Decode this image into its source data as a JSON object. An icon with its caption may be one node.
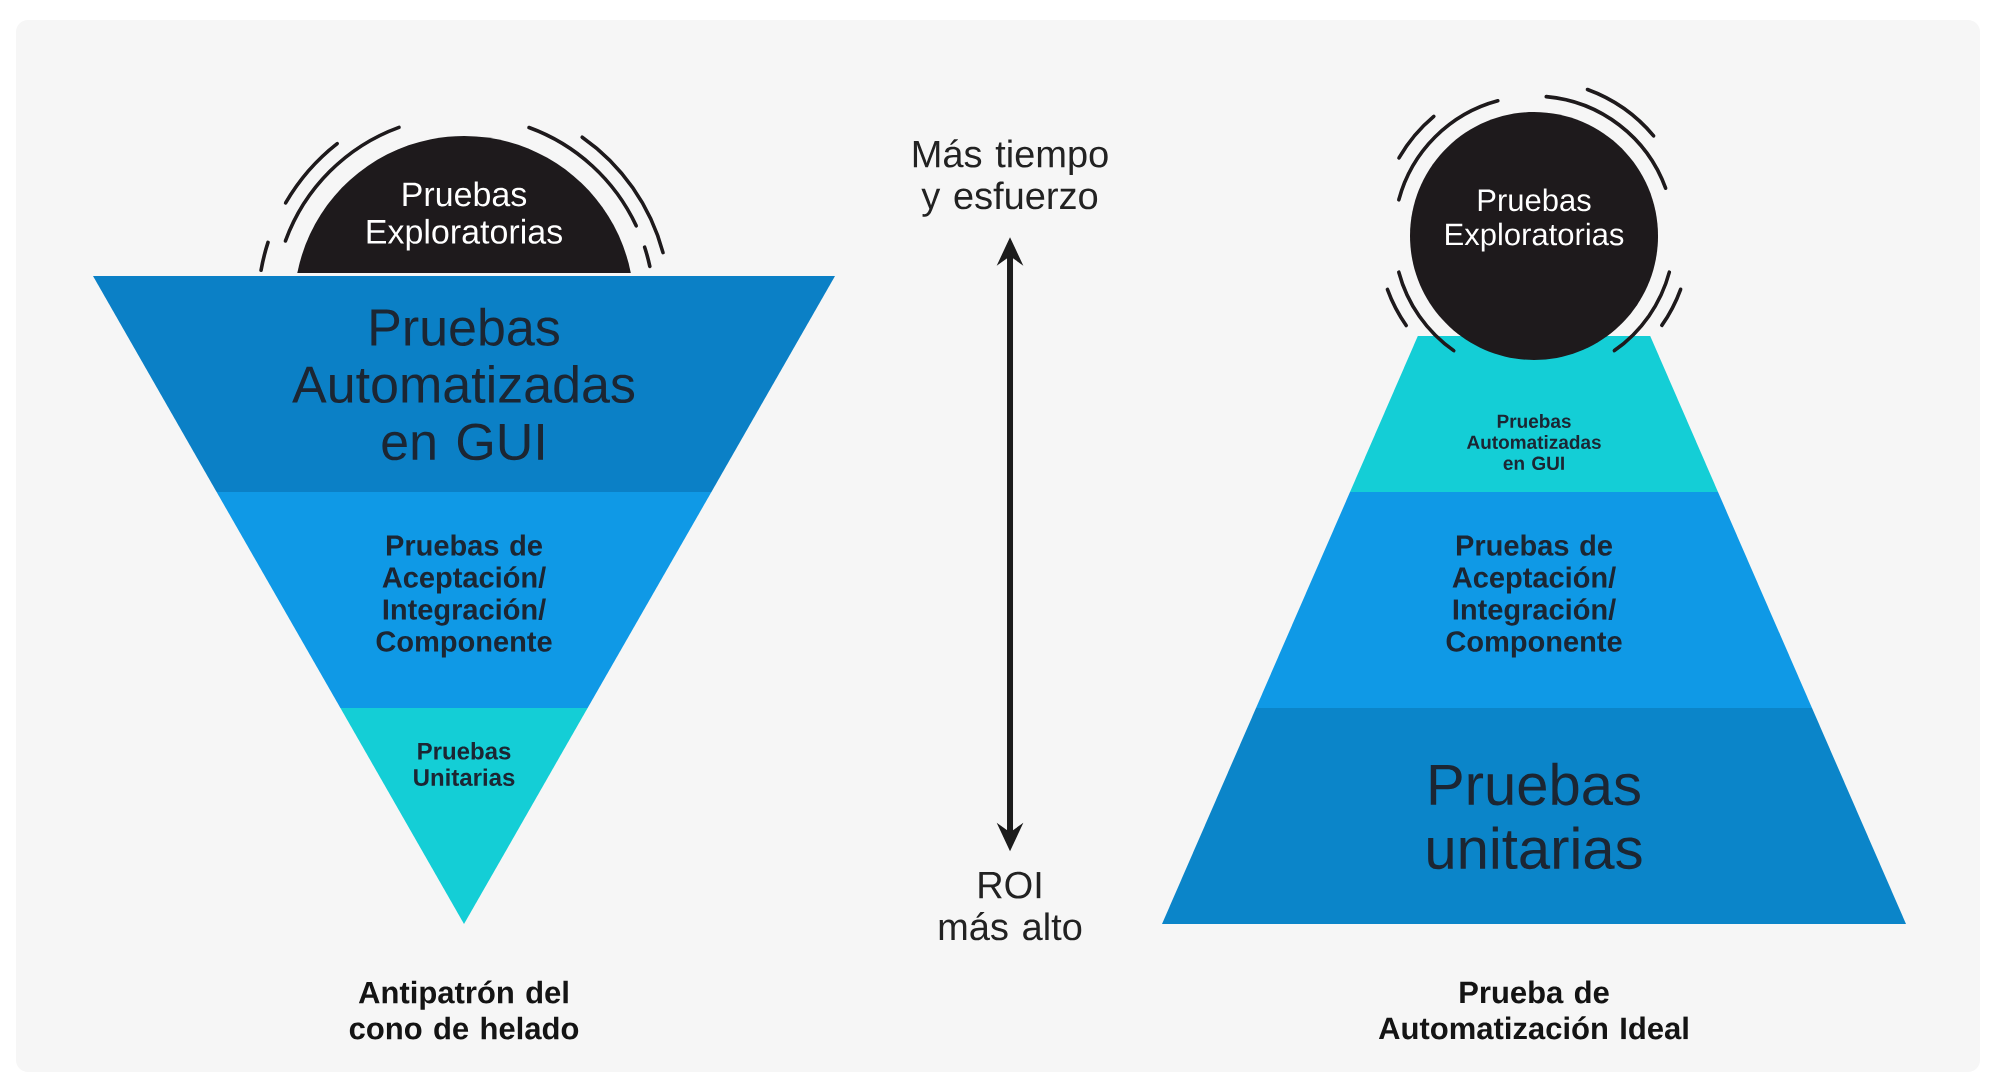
{
  "diagram": {
    "nodes": [
      {
        "text": [
          "Pruebas Exploratorias"
        ]
      },
      {
        "text": [
          "Pruebas Automatizadas en GUI"
        ]
      },
      {
        "text": [
          "Pruebas de Aceptación/ Integración/ Componente"
        ]
      },
      {
        "text": [
          "Pruebas Unitarias"
        ]
      },
      {
        "text": [
          "Pruebas Exploratorias"
        ]
      },
      {
        "text": [
          "Pruebas Automatizadas en GUI"
        ]
      },
      {
        "text": [
          "Pruebas de Aceptación/ Integración/ Componente"
        ]
      },
      {
        "text": [
          "Pruebas unitarias"
        ]
      },
      {
        "text": [
          "Más tiempo y esfuerzo"
        ]
      },
      {
        "text": [
          "ROI más alto"
        ]
      }
    ],
    "edges": [
      {
        "from": 8,
        "to": 9,
        "arrow": "both"
      }
    ],
    "labels": [
      "Antipatrón del cono de helado",
      "Prueba de Automatización Ideal"
    ]
  }
}
